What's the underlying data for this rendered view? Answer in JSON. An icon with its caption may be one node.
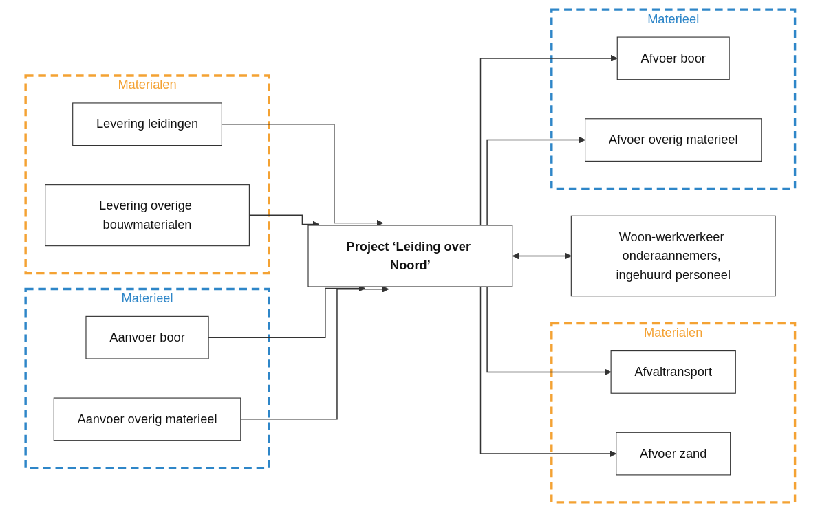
{
  "diagram": {
    "nodes": [
      {
        "text": [
          "Materialen"
        ]
      },
      {
        "text": [
          "Levering leidingen"
        ],
        "in": 0
      },
      {
        "text": [
          "Levering overige bouwmaterialen"
        ],
        "in": 0
      },
      {
        "text": [
          "Materieel"
        ]
      },
      {
        "text": [
          "Aanvoer boor"
        ],
        "in": 3
      },
      {
        "text": [
          "Aanvoer overig materieel"
        ],
        "in": 3
      },
      {
        "text": [
          "Project ‘Leiding over Noord’"
        ]
      },
      {
        "text": [
          "Materialen"
        ]
      },
      {
        "text": [
          "Afvaltransport"
        ],
        "in": 7
      },
      {
        "text": [
          "Afvoer zand"
        ],
        "in": 7
      },
      {
        "text": [
          "Materieel"
        ]
      },
      {
        "text": [
          "Afvoer boor"
        ],
        "in": 10
      },
      {
        "text": [
          "Afvoer overig materieel"
        ],
        "in": 10
      },
      {
        "text": [
          "Woon-werkverkeer onderaannemers, ingehuurd personeel"
        ]
      }
    ],
    "edges": [
      {
        "from": 1,
        "to": 6,
        "arrow": "to"
      },
      {
        "from": 2,
        "to": 6,
        "arrow": "to"
      },
      {
        "from": 4,
        "to": 6,
        "arrow": "to"
      },
      {
        "from": 5,
        "to": 6,
        "arrow": "to"
      },
      {
        "from": 6,
        "to": 8,
        "arrow": "to"
      },
      {
        "from": 6,
        "to": 9,
        "arrow": "to"
      },
      {
        "from": 6,
        "to": 11,
        "arrow": "to"
      },
      {
        "from": 6,
        "to": 12,
        "arrow": "to"
      },
      {
        "from": 6,
        "to": 13,
        "arrow": "both"
      }
    ]
  }
}
